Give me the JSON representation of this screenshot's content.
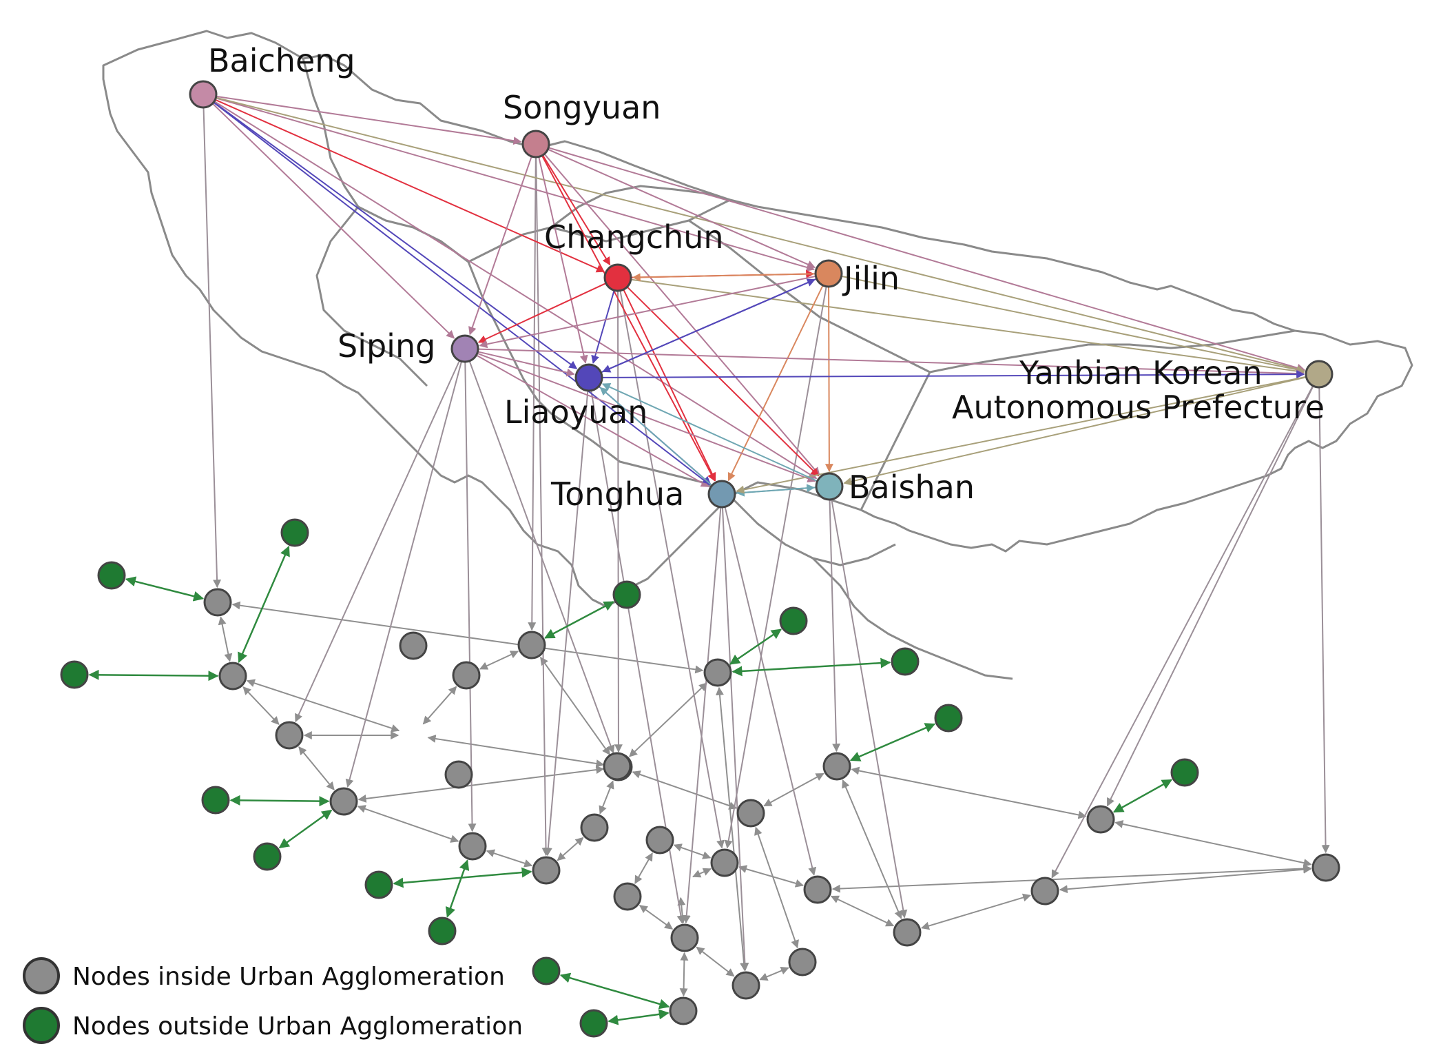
{
  "cities": [
    {
      "id": "baicheng",
      "label": "Baicheng",
      "color": "#c48aa6"
    },
    {
      "id": "songyuan",
      "label": "Songyuan",
      "color": "#c47f8e"
    },
    {
      "id": "changchun",
      "label": "Changchun",
      "color": "#e2303f"
    },
    {
      "id": "jilin",
      "label": "Jilin",
      "color": "#d9875e"
    },
    {
      "id": "siping",
      "label": "Siping",
      "color": "#a183b4"
    },
    {
      "id": "liaoyuan",
      "label": "Liaoyuan",
      "color": "#5347b9"
    },
    {
      "id": "yanbian",
      "label": "Yanbian Korean",
      "label2": "Autonomous Prefecture",
      "color": "#b1a888"
    },
    {
      "id": "tonghua",
      "label": "Tonghua",
      "color": "#7399b1"
    },
    {
      "id": "baishan",
      "label": "Baishan",
      "color": "#7fb3bb"
    }
  ],
  "colors": {
    "inside_node": "#8c8c8c",
    "outside_node": "#1f7a32",
    "outside_edge": "#2f8a3f",
    "inside_edge": "#8f8f8f",
    "boundary": "#8a8a8a"
  },
  "legend": {
    "inside": "Nodes inside Urban Agglomeration",
    "outside": "Nodes outside Urban Agglomeration"
  }
}
